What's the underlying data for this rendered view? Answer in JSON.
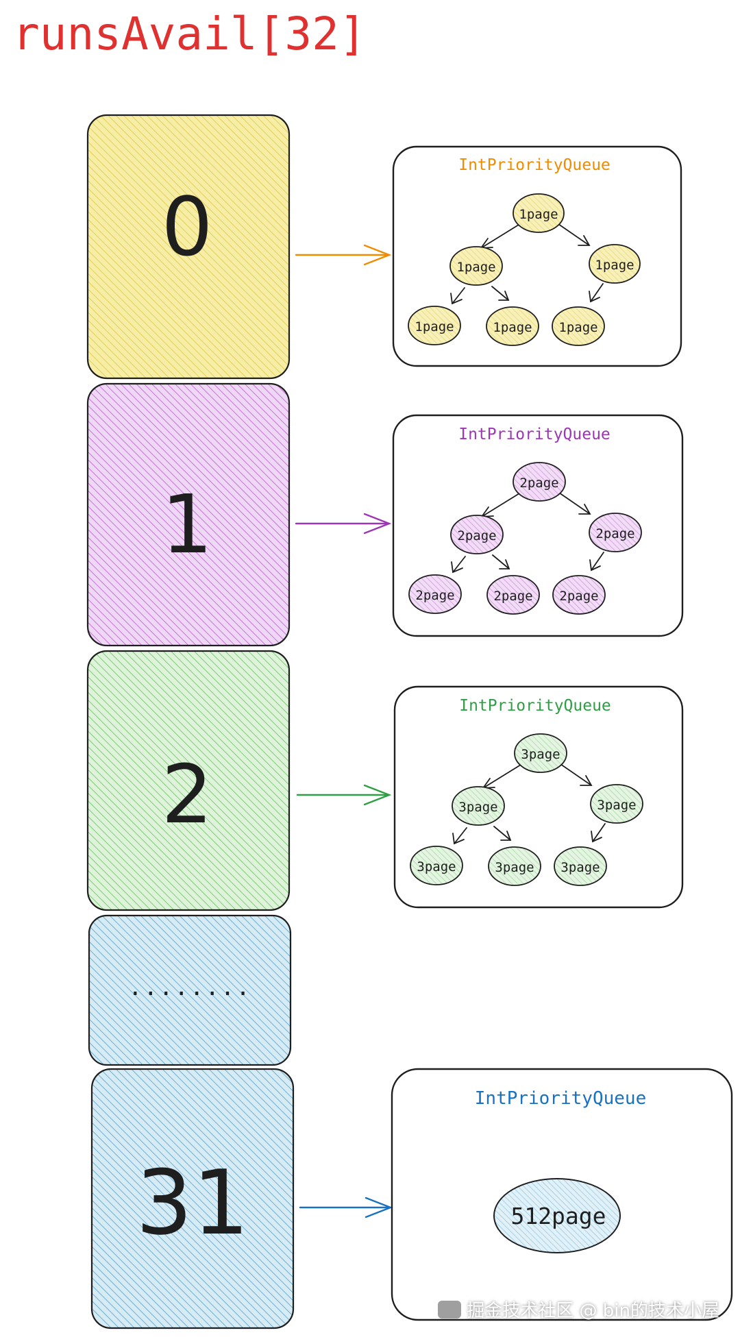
{
  "title": "runsAvail[32]",
  "colors": {
    "title": "#e03131",
    "yellow": "#f08c00",
    "purple": "#9c36b5",
    "green": "#2f9e44",
    "blue": "#1971c2"
  },
  "buckets": [
    {
      "index_label": "0",
      "color": "yellow",
      "fill": "#f6eea6",
      "hatch": "#e9cf58",
      "queue": {
        "title": "IntPriorityQueue",
        "nodes": [
          "1page",
          "1page",
          "1page",
          "1page",
          "1page",
          "1page"
        ]
      }
    },
    {
      "index_label": "1",
      "color": "purple",
      "fill": "#ecd3f2",
      "hatch": "#c876d8",
      "queue": {
        "title": "IntPriorityQueue",
        "nodes": [
          "2page",
          "2page",
          "2page",
          "2page",
          "2page",
          "2page"
        ]
      }
    },
    {
      "index_label": "2",
      "color": "green",
      "fill": "#dcf2d8",
      "hatch": "#7fcf7a",
      "queue": {
        "title": "IntPriorityQueue",
        "nodes": [
          "3page",
          "3page",
          "3page",
          "3page",
          "3page",
          "3page"
        ]
      }
    },
    {
      "index_label": "........",
      "color": "blue",
      "fill": "#d5eaf3",
      "hatch": "#6fb3d6",
      "queue": null
    },
    {
      "index_label": "31",
      "color": "blue",
      "fill": "#d5eaf3",
      "hatch": "#6fb3d6",
      "queue": {
        "title": "IntPriorityQueue",
        "nodes": [
          "512page"
        ]
      }
    }
  ],
  "watermark": "掘金技术社区 @ bin的技术小屋"
}
